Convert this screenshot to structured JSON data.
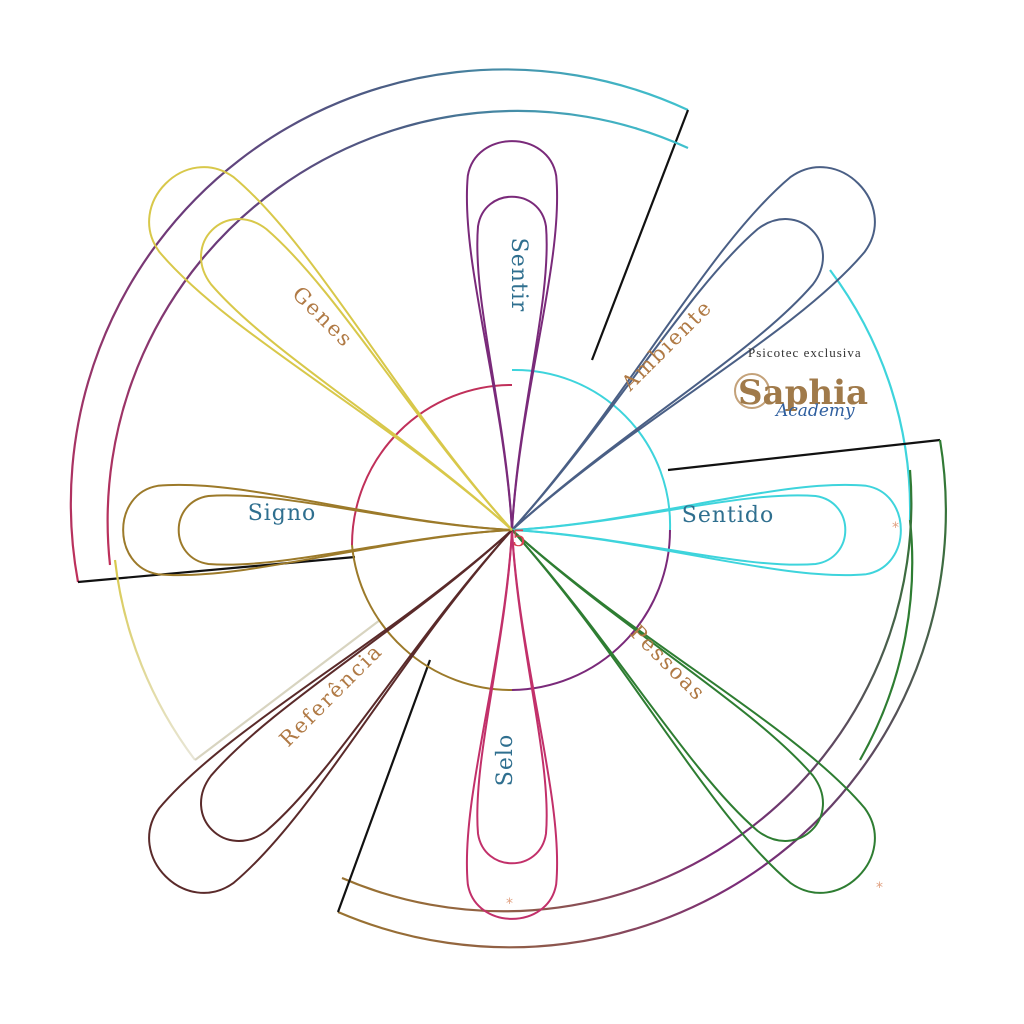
{
  "diagram": {
    "center_number": "5",
    "petals": [
      {
        "label": "Sentir",
        "color": "#7a2a7a"
      },
      {
        "label": "Ambiente",
        "color": "#4a5f85"
      },
      {
        "label": "Sentido",
        "color": "#3ed4dc"
      },
      {
        "label": "Pessoas",
        "color": "#2e7d32"
      },
      {
        "label": "Selo",
        "color": "#c2306a"
      },
      {
        "label": "Referência",
        "color": "#5a2a2a"
      },
      {
        "label": "Signo",
        "color": "#9c7a2a"
      },
      {
        "label": "Genes",
        "color": "#d8c84a"
      }
    ],
    "markers": [
      "*",
      "*",
      "*"
    ]
  },
  "logo": {
    "top_text": "Psicotec exclusiva",
    "main_text": "Saphia",
    "sub_text": "Academy"
  }
}
